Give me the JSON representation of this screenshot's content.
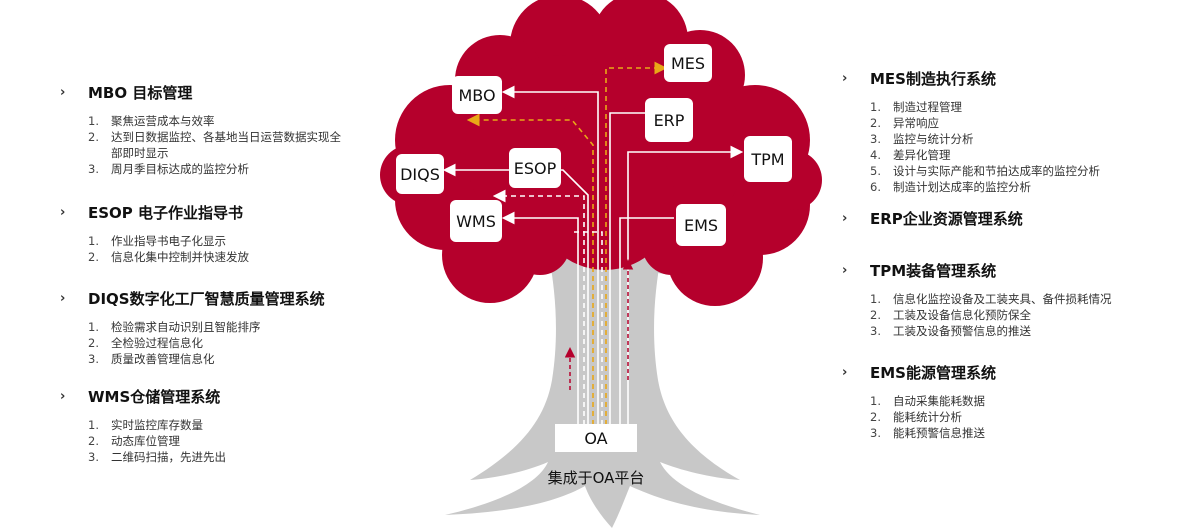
{
  "left_sections": [
    {
      "title": "MBO 目标管理",
      "items": [
        "聚焦运营成本与效率",
        "达到日数据监控、各基地当日运营数据实现全部即时显示",
        "周月季目标达成的监控分析"
      ]
    },
    {
      "title": "ESOP 电子作业指导书",
      "items": [
        "作业指导书电子化显示",
        "信息化集中控制并快速发放"
      ]
    },
    {
      "title": "DIQS数字化工厂智慧质量管理系统",
      "items": [
        "检验需求自动识别且智能排序",
        "全检验过程信息化",
        "质量改善管理信息化"
      ]
    },
    {
      "title": "WMS仓储管理系统",
      "items": [
        "实时监控库存数量",
        "动态库位管理",
        "二维码扫描，先进先出"
      ]
    }
  ],
  "right_sections": [
    {
      "title": "MES制造执行系统",
      "items": [
        "制造过程管理",
        "异常响应",
        "监控与统计分析",
        "差异化管理",
        "设计与实际产能和节拍达成率的监控分析",
        "制造计划达成率的监控分析"
      ]
    },
    {
      "title": "ERP企业资源管理系统",
      "items": []
    },
    {
      "title": "TPM装备管理系统",
      "items": [
        "信息化监控设备及工装夹具、备件损耗情况",
        "工装及设备信息化预防保全",
        "工装及设备预警信息的推送"
      ]
    },
    {
      "title": "EMS能源管理系统",
      "items": [
        "自动采集能耗数据",
        "能耗统计分析",
        "能耗预警信息推送"
      ]
    }
  ],
  "tree": {
    "nodes": {
      "mes": "MES",
      "mbo": "MBO",
      "erp": "ERP",
      "tpm": "TPM",
      "esop": "ESOP",
      "diqs": "DIQS",
      "wms": "WMS",
      "ems": "EMS",
      "oa": "OA"
    },
    "caption": "集成于OA平台"
  },
  "colors": {
    "canopy": "#b5002c",
    "trunk": "#c8c8c8",
    "arrow_yellow": "#e8a817",
    "arrow_white": "#ffffff",
    "chevron": "#333333"
  }
}
